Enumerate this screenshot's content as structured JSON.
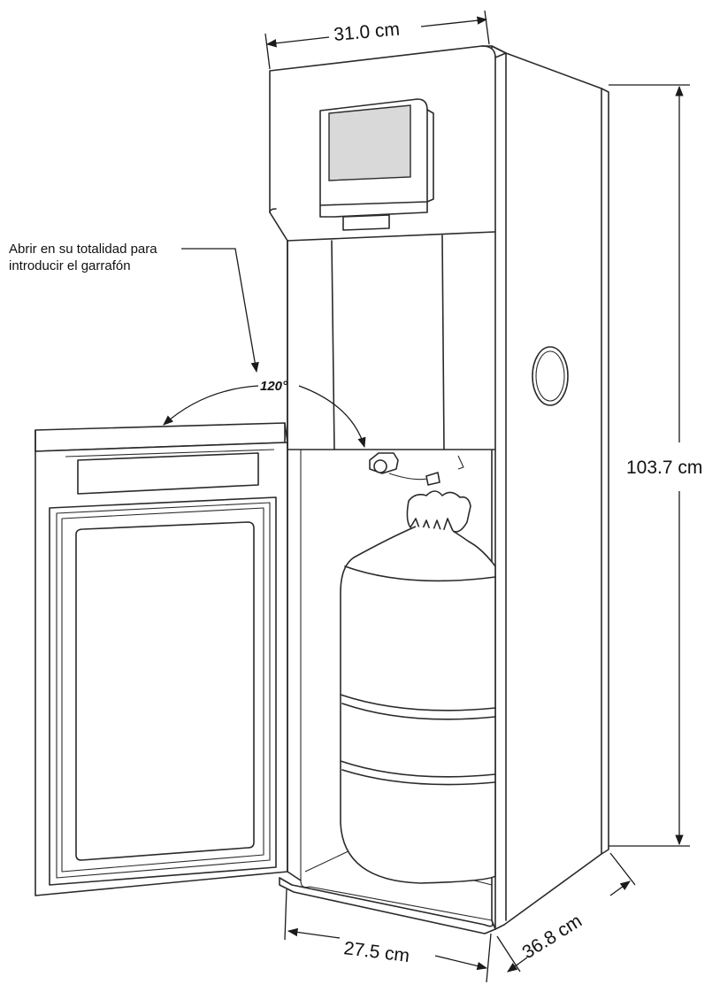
{
  "dimensions": {
    "top_width": "31.0 cm",
    "height": "103.7 cm",
    "bottom_width": "27.5 cm",
    "depth": "36.8 cm"
  },
  "note": {
    "line1": "Abrir en su totalidad para",
    "line2": "introducir el garrafón"
  },
  "door_angle": "120°",
  "colors": {
    "outline": "#2a2a2a",
    "background": "#ffffff",
    "screen": "#d9d9d9"
  }
}
